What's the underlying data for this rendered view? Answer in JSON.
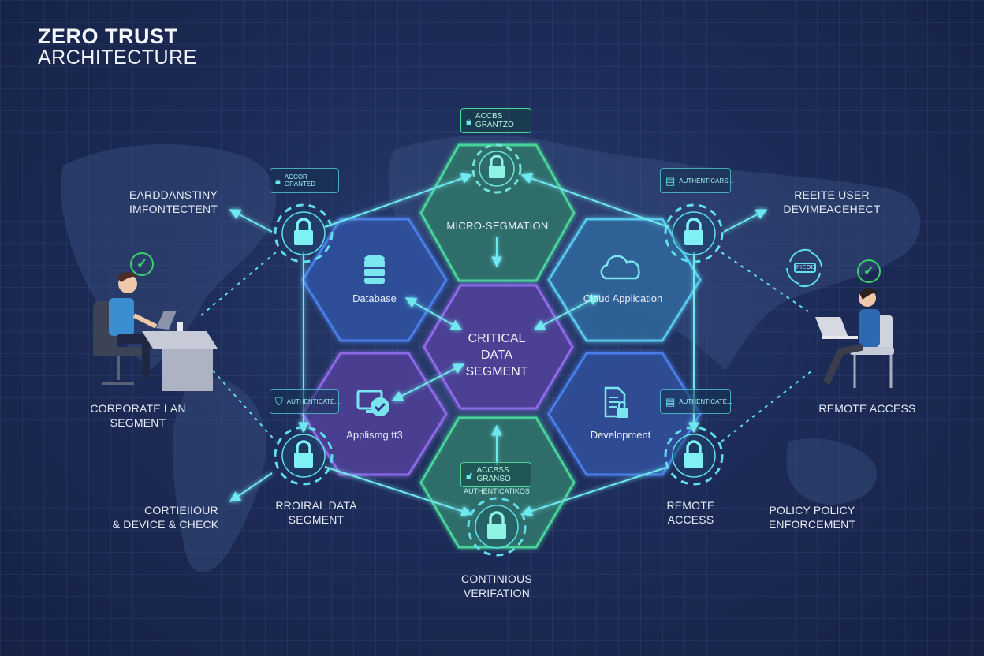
{
  "title": {
    "line1": "ZERO TRUST",
    "line2": "ARCHITECTURE"
  },
  "center": {
    "label": "CRITICAL\nDATA\nSEGMENT",
    "line1": "CRITICAL",
    "line2": "DATA",
    "line3": "SEGMENT"
  },
  "hexagons": [
    {
      "id": "micro-segmentation",
      "label": "MICRO-SEGMATION",
      "color": "#2f6e6a",
      "border": "#47d39a",
      "icon": "lock-icon"
    },
    {
      "id": "database",
      "label": "Database",
      "color": "#2f4f9a",
      "border": "#4a7ee8",
      "icon": "database-icon"
    },
    {
      "id": "cloud-application",
      "label": "Cloud Application",
      "color": "#2f6296",
      "border": "#56c8ee",
      "icon": "cloud-icon"
    },
    {
      "id": "critical-data",
      "label": "CRITICAL DATA SEGMENT",
      "color": "#4b3f94",
      "border": "#8f6ae8",
      "icon": ""
    },
    {
      "id": "applications",
      "label": "Applismg tt3",
      "color": "#4a3d92",
      "border": "#8c6ae6",
      "icon": "verified-monitor-icon"
    },
    {
      "id": "development",
      "label": "Development",
      "color": "#2d4c94",
      "border": "#4a7ee8",
      "icon": "document-lock-icon"
    },
    {
      "id": "continuous-verification",
      "label": "",
      "color": "#2f6e6a",
      "border": "#47d39a",
      "icon": "lock-icon"
    }
  ],
  "badges": {
    "top": {
      "line1": "ACCBS",
      "line2": "GRANTZO",
      "icon": "lock-icon"
    },
    "top_left": {
      "text": "ACCOR GRANTED",
      "icon": "lock-icon"
    },
    "top_right": {
      "text": "AUTHENTICARS...",
      "icon": "terminal-icon"
    },
    "mid_left": {
      "text": "AUTHENTICATE...",
      "icon": "shield-icon"
    },
    "mid_right": {
      "text": "AUTHENTICATE...",
      "icon": "terminal-icon"
    },
    "bottom": {
      "line1": "ACCBSS",
      "line2": "GRANSO",
      "sub": "AUTHENTICATIKOS",
      "icon": "lock-icon"
    }
  },
  "labels": {
    "top_left": {
      "line1": "EARDDANSTINY",
      "line2": "IMFONTECTENT"
    },
    "top_right": {
      "line1": "REEITE USER",
      "line2": "DEVIMEACEHECT"
    },
    "corporate": {
      "line1": "CORPORATE LAN",
      "line2": "SEGMENT"
    },
    "remote_access_right": {
      "line1": "REMOTE ACCESS"
    },
    "bottom_far_left": {
      "line1": "CORTIEIIOUR",
      "line2": "& DEVICE & CHECK"
    },
    "bottom_left": {
      "line1": "RROIRAL DATA",
      "line2": "SEGMENT"
    },
    "bottom_center": {
      "line1": "CONTINIOUS",
      "line2": "VERIFATION"
    },
    "bottom_right": {
      "line1": "REMOTE",
      "line2": "ACCESS"
    },
    "bottom_far_right": {
      "line1": "POLICY POLICY",
      "line2": "ENFORCEMENT"
    }
  },
  "sync_icon": {
    "text": "PIEOD"
  },
  "colors": {
    "background": "#1d2c58",
    "accent_cyan": "#5fe0ea",
    "accent_green": "#47d39a",
    "check_green": "#3ccf6a",
    "hex_blue": "#2f4f9a",
    "hex_purple": "#4b3f94",
    "hex_teal": "#2f6e6a"
  }
}
